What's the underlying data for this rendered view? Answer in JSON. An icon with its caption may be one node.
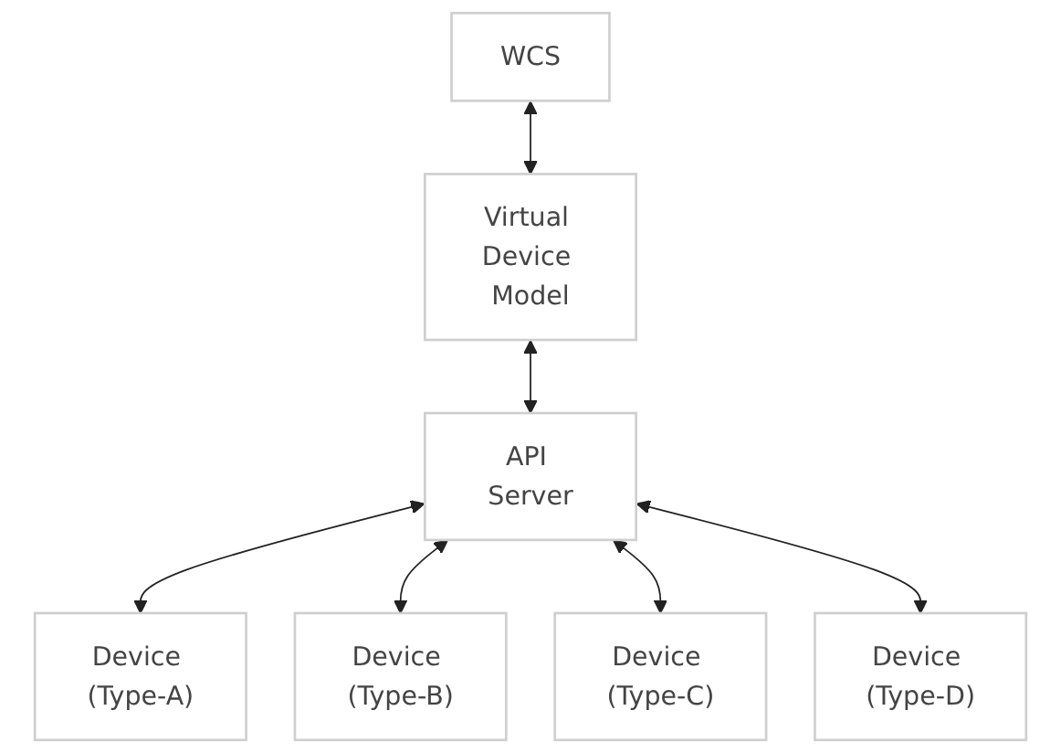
{
  "diagram": {
    "nodes": [
      {
        "text": [
          "WCS"
        ]
      },
      {
        "text": [
          "Virtual Device Model"
        ]
      },
      {
        "text": [
          "API Server"
        ]
      },
      {
        "text": [
          "Device (Type-A)"
        ]
      },
      {
        "text": [
          "Device (Type-B)"
        ]
      },
      {
        "text": [
          "Device (Type-C)"
        ]
      },
      {
        "text": [
          "Device (Type-D)"
        ]
      }
    ],
    "edges": [
      {
        "from": 0,
        "to": 1,
        "arrow": "both"
      },
      {
        "from": 1,
        "to": 2,
        "arrow": "both"
      },
      {
        "from": 2,
        "to": 3,
        "arrow": "both"
      },
      {
        "from": 2,
        "to": 4,
        "arrow": "both"
      },
      {
        "from": 2,
        "to": 5,
        "arrow": "both"
      },
      {
        "from": 2,
        "to": 6,
        "arrow": "both"
      }
    ]
  }
}
